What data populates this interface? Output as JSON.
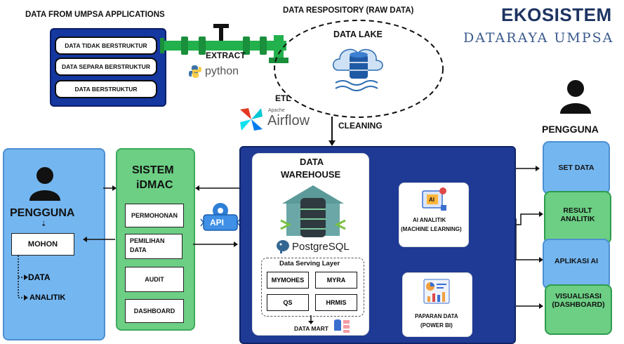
{
  "header": {
    "title": "EKOSISTEM",
    "subtitle": "DATARAYA UMPSA"
  },
  "sources": {
    "heading": "DATA FROM UMPSA APPLICATIONS",
    "items": [
      "DATA TIDAK BERSTRUKTUR",
      "DATA SEPARA BERSTRUKTUR",
      "DATA BERSTRUKTUR"
    ]
  },
  "extract": {
    "label": "EXTRACT",
    "tool": "python"
  },
  "repository": {
    "heading": "DATA RESPOSITORY (RAW DATA)",
    "lake": "DATA LAKE"
  },
  "etl": {
    "label": "ETL",
    "tool_small": "Apache",
    "tool": "Airflow",
    "cleaning": "CLEANING"
  },
  "left_user": {
    "title": "PENGGUNA",
    "action": "MOHON",
    "items": [
      "DATA",
      "ANALITIK"
    ]
  },
  "idmac": {
    "title_line1": "SISTEM",
    "title_line2": "iDMAC",
    "items": [
      "PERMOHONAN",
      "PEMILIHAN DATA",
      "AUDIT",
      "DASHBOARD"
    ],
    "api": "API"
  },
  "warehouse": {
    "title_line1": "DATA",
    "title_line2": "WAREHOUSE",
    "db": "PostgreSQL",
    "serving_layer": "Data Serving Layer",
    "marts": [
      "MYMOHES",
      "MYRA",
      "QS",
      "HRMIS"
    ],
    "mart_label": "DATA MART"
  },
  "ai": {
    "line1": "AI ANALITIK",
    "line2": "(MACHINE LEARNING)",
    "icon_text": "AI"
  },
  "bi": {
    "line1": "PAPARAN DATA",
    "line2": "(POWER BI)"
  },
  "right_user": {
    "title": "PENGGUNA",
    "outputs": [
      "SET DATA",
      "RESULT ANALITIK",
      "APLIKASI AI",
      "VISUALISASI (DASHBOARD)"
    ]
  },
  "colors": {
    "navy": "#1e3a94",
    "green": "#6ccf84",
    "light_blue": "#74b6f0",
    "pipe_green": "#22b14c"
  }
}
